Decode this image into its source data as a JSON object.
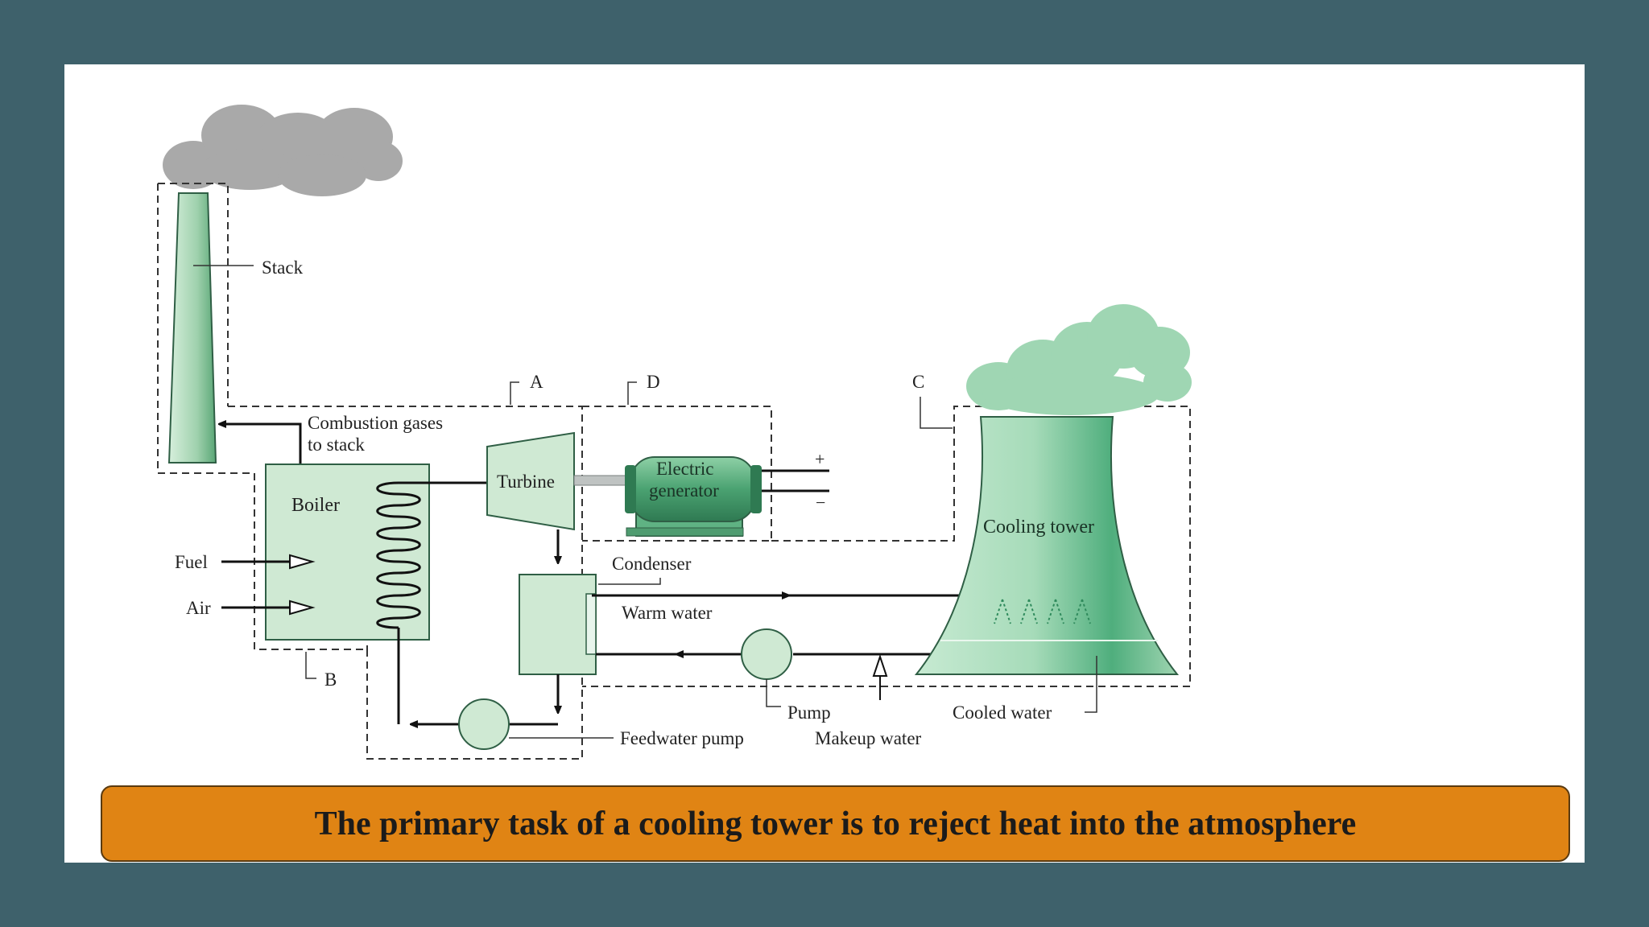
{
  "diagram": {
    "labels": {
      "stack": "Stack",
      "combustion_line1": "Combustion gases",
      "combustion_line2": "to stack",
      "boiler": "Boiler",
      "fuel": "Fuel",
      "air": "Air",
      "turbine": "Turbine",
      "generator_line1": "Electric",
      "generator_line2": "generator",
      "plus": "+",
      "minus": "−",
      "condenser": "Condenser",
      "warm_water": "Warm water",
      "cooling_tower": "Cooling tower",
      "pump": "Pump",
      "makeup_water": "Makeup water",
      "cooled_water": "Cooled water",
      "feedwater_pump": "Feedwater pump",
      "region_a": "A",
      "region_b": "B",
      "region_c": "C",
      "region_d": "D"
    },
    "colors": {
      "component_fill": "#cfe9d3",
      "component_stroke": "#2f5f45",
      "tower_green": "#7cc59a",
      "smoke_gray": "#a9a9a9",
      "steam_green": "#9fd6b3"
    }
  },
  "caption": {
    "text": "The primary task of a cooling tower is to reject heat into the atmosphere",
    "color": "#e08414"
  }
}
